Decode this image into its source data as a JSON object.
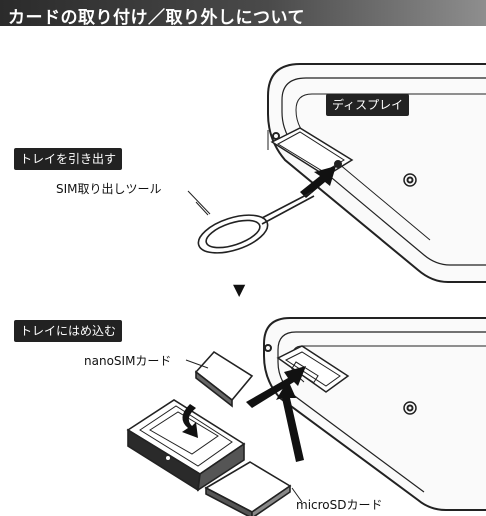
{
  "header": {
    "title": "カードの取り付け／取り外しについて"
  },
  "top": {
    "display_label": "ディスプレイ",
    "step_label": "トレイを引き出す",
    "tool_label": "SIM取り出しツール"
  },
  "arrow": "▼",
  "bottom": {
    "step_label": "トレイにはめ込む",
    "nanosim_label": "nanoSIMカード",
    "microsd_label": "microSDカード"
  }
}
